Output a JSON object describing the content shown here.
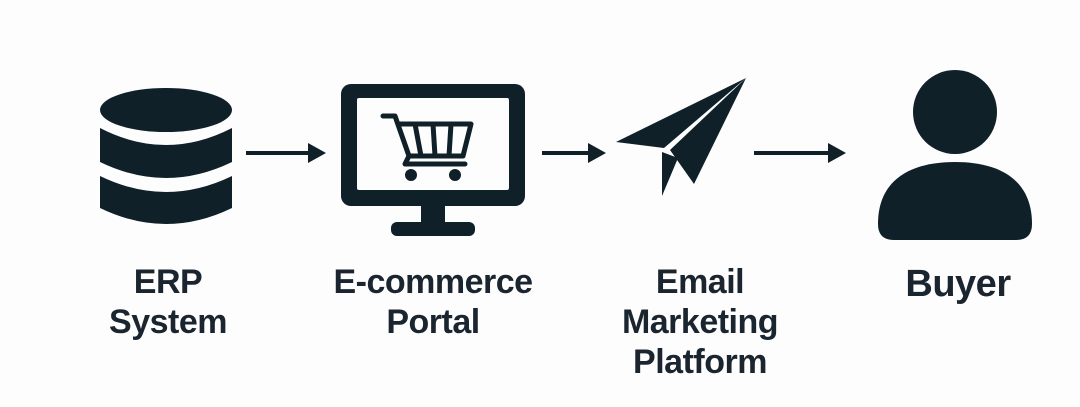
{
  "diagram": {
    "colors": {
      "ink": "#0f2029",
      "background": "#fdfdfd"
    },
    "nodes": [
      {
        "id": "erp",
        "icon": "database-icon",
        "label_lines": [
          "ERP",
          "System"
        ]
      },
      {
        "id": "ecommerce",
        "icon": "monitor-cart-icon",
        "label_lines": [
          "E-commerce",
          "Portal"
        ]
      },
      {
        "id": "email",
        "icon": "paper-plane-icon",
        "label_lines": [
          "Email",
          "Marketing",
          "Platform"
        ]
      },
      {
        "id": "buyer",
        "icon": "user-icon",
        "label_lines": [
          "Buyer"
        ]
      }
    ],
    "edges": [
      {
        "from": "erp",
        "to": "ecommerce"
      },
      {
        "from": "ecommerce",
        "to": "email"
      },
      {
        "from": "email",
        "to": "buyer"
      }
    ]
  }
}
